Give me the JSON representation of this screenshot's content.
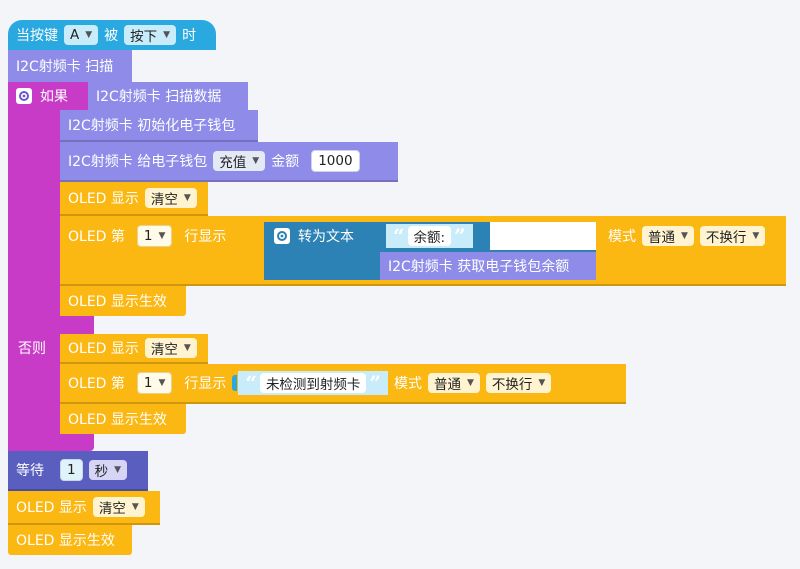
{
  "event": {
    "prefix": "当按键",
    "key": "A",
    "middle": "被",
    "action": "按下",
    "suffix": "时"
  },
  "scan": {
    "label": "I2C射频卡 扫描"
  },
  "if_block": {
    "if_label": "如果",
    "condition": "I2C射频卡 扫描数据",
    "else_label": "否则"
  },
  "wallet_init": {
    "label": "I2C射频卡 初始化电子钱包"
  },
  "wallet_give": {
    "label": "I2C射频卡 给电子钱包",
    "mode": "充值",
    "amount_label": "金额",
    "amount": "1000"
  },
  "oled_clear_1": {
    "label": "OLED 显示",
    "option": "清空"
  },
  "oled_line_1": {
    "prefix": "OLED 第",
    "line": "1",
    "mid": "行显示",
    "to_text": "转为文本",
    "text": "余额:",
    "balance": "I2C射频卡 获取电子钱包余额",
    "mode_label": "模式",
    "mode": "普通",
    "wrap": "不换行"
  },
  "oled_show_1": {
    "label": "OLED 显示生效"
  },
  "oled_clear_2": {
    "label": "OLED 显示",
    "option": "清空"
  },
  "oled_line_2": {
    "prefix": "OLED 第",
    "line": "1",
    "mid": "行显示",
    "text": "未检测到射频卡",
    "mode_label": "模式",
    "mode": "普通",
    "wrap": "不换行"
  },
  "oled_show_2": {
    "label": "OLED 显示生效"
  },
  "wait": {
    "label": "等待",
    "value": "1",
    "unit": "秒"
  },
  "oled_clear_3": {
    "label": "OLED 显示",
    "option": "清空"
  },
  "oled_show_3": {
    "label": "OLED 显示生效"
  }
}
